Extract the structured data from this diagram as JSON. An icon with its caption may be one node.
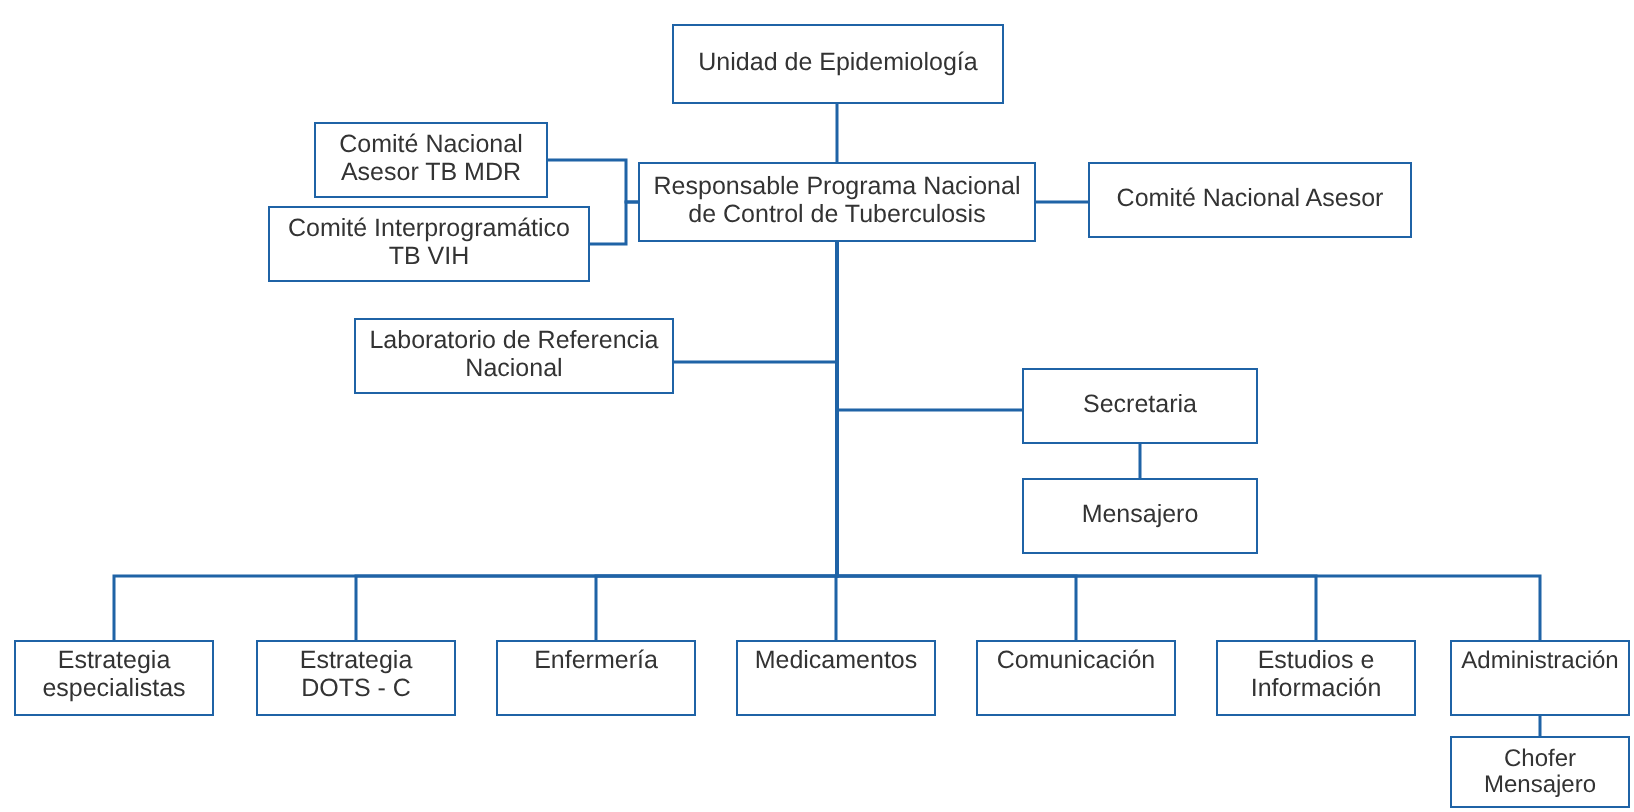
{
  "diagram": {
    "nodes": [
      {
        "text": [
          "Unidad de Epidemiología"
        ]
      },
      {
        "text": [
          "Responsable Programa Nacional de Control de Tuberculosis"
        ]
      },
      {
        "text": [
          "Comité Nacional Asesor TB MDR"
        ]
      },
      {
        "text": [
          "Comité Interprogramático TB VIH"
        ]
      },
      {
        "text": [
          "Comité Nacional Asesor"
        ]
      },
      {
        "text": [
          "Laboratorio de Referencia Nacional"
        ]
      },
      {
        "text": [
          "Secretaria"
        ]
      },
      {
        "text": [
          "Mensajero"
        ]
      },
      {
        "text": [
          "Estrategia especialistas"
        ]
      },
      {
        "text": [
          "Estrategia DOTS - C"
        ]
      },
      {
        "text": [
          "Enfermería"
        ]
      },
      {
        "text": [
          "Medicamentos"
        ]
      },
      {
        "text": [
          "Comunicación"
        ]
      },
      {
        "text": [
          "Estudios e Información"
        ]
      },
      {
        "text": [
          "Administración"
        ]
      },
      {
        "text": [
          "Chofer Mensajero"
        ]
      }
    ],
    "edges": [
      {
        "from": 0,
        "to": 1,
        "arrow": "none"
      },
      {
        "from": 1,
        "to": 2,
        "arrow": "none"
      },
      {
        "from": 1,
        "to": 3,
        "arrow": "none"
      },
      {
        "from": 1,
        "to": 4,
        "arrow": "none"
      },
      {
        "from": 1,
        "to": 5,
        "arrow": "none"
      },
      {
        "from": 1,
        "to": 6,
        "arrow": "none"
      },
      {
        "from": 6,
        "to": 7,
        "arrow": "none"
      },
      {
        "from": 1,
        "to": 8,
        "arrow": "none"
      },
      {
        "from": 1,
        "to": 9,
        "arrow": "none"
      },
      {
        "from": 1,
        "to": 10,
        "arrow": "none"
      },
      {
        "from": 1,
        "to": 11,
        "arrow": "none"
      },
      {
        "from": 1,
        "to": 12,
        "arrow": "none"
      },
      {
        "from": 1,
        "to": 13,
        "arrow": "none"
      },
      {
        "from": 1,
        "to": 14,
        "arrow": "none"
      },
      {
        "from": 14,
        "to": 15,
        "arrow": "none"
      }
    ]
  }
}
